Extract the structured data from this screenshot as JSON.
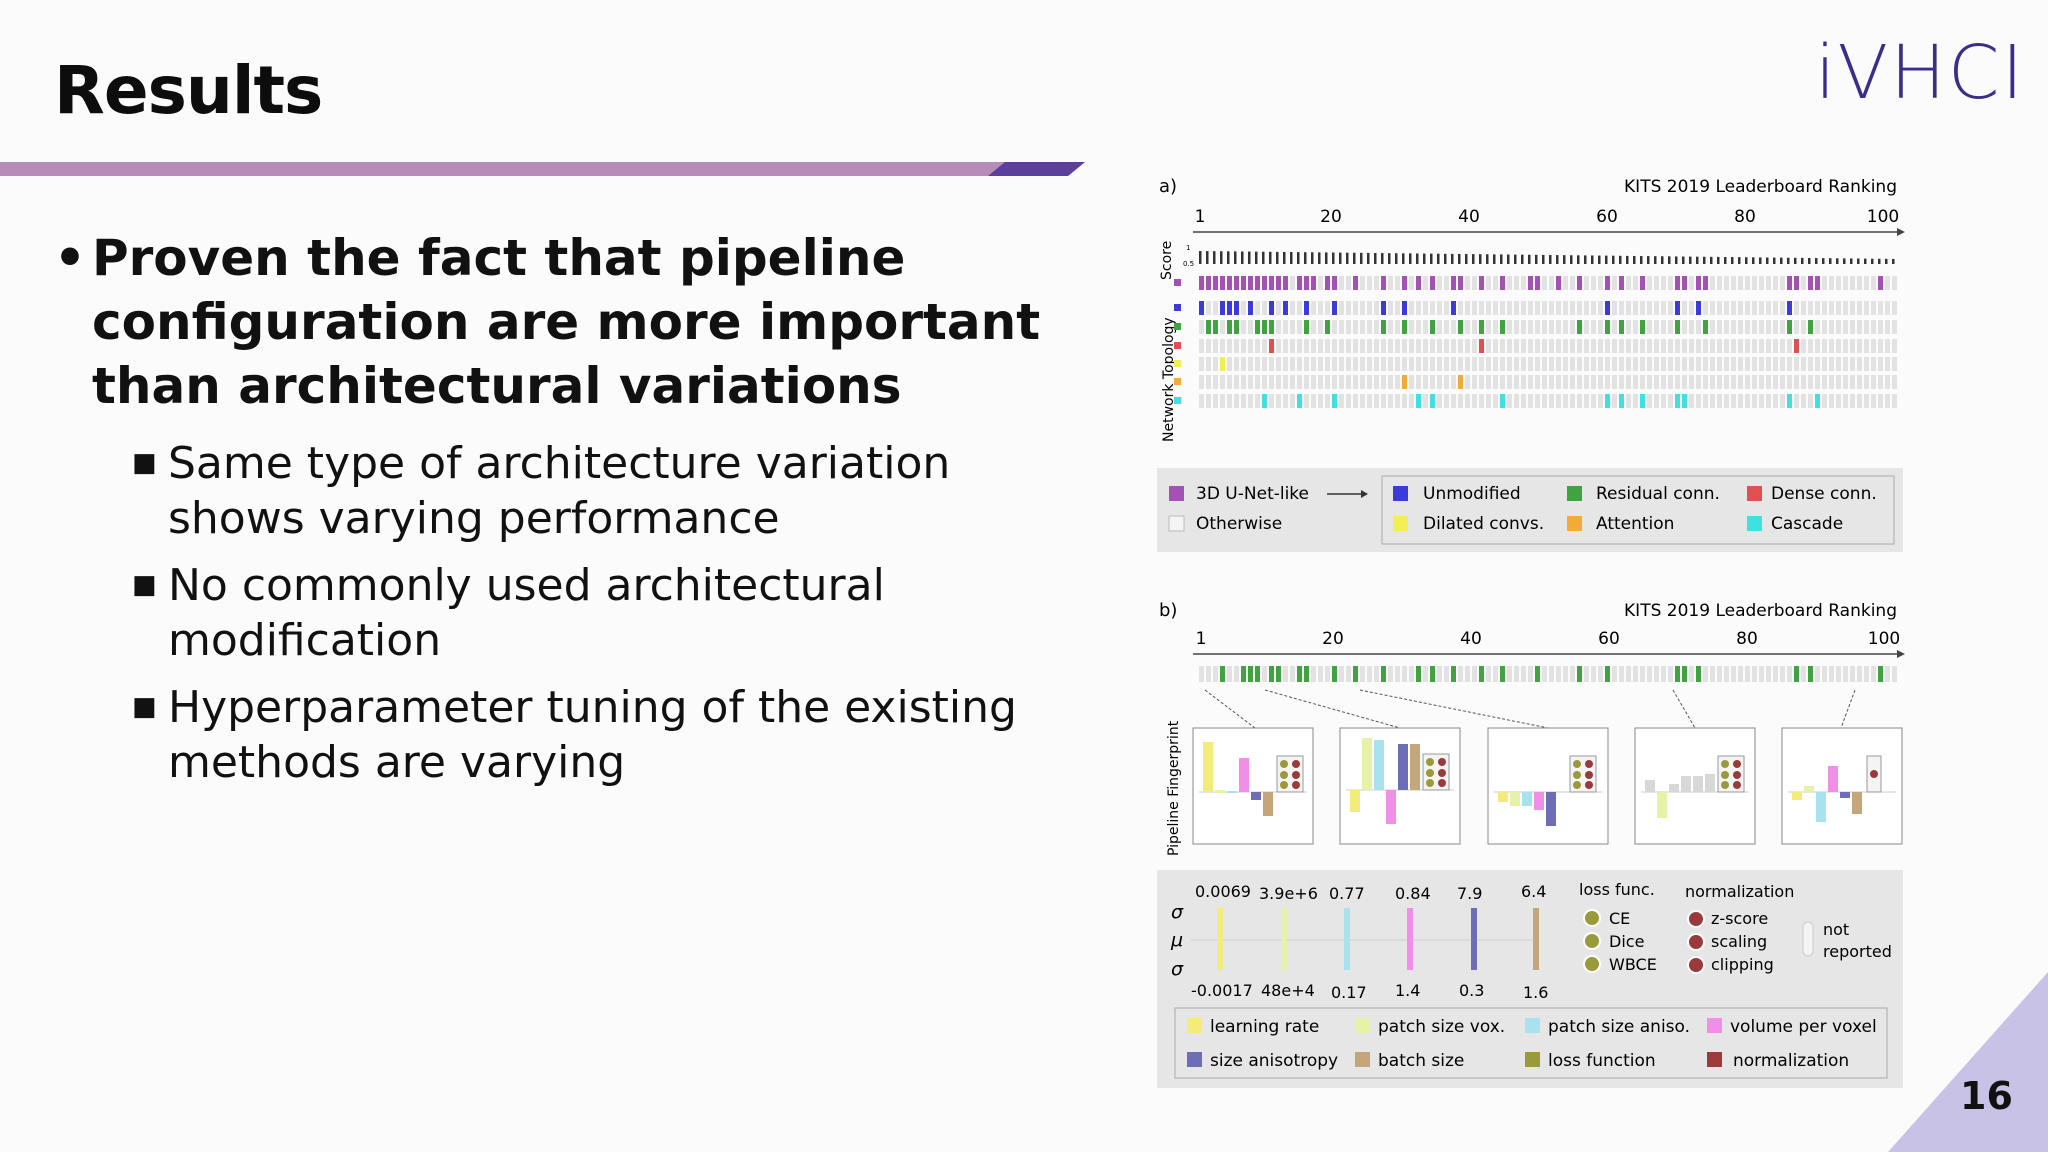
{
  "slide": {
    "title": "Results",
    "logo": "iVHCI",
    "page_number": "16"
  },
  "bullets": {
    "main": "Proven the fact that pipeline configuration are more important than architectural variations",
    "subs": [
      "Same type of architecture variation shows varying performance",
      "No commonly used architectural modification",
      "Hyperparameter tuning of the existing methods are varying"
    ]
  },
  "figure": {
    "panel_a": {
      "label": "a)",
      "title": "KITS 2019 Leaderboard Ranking",
      "ticks": [
        "1",
        "20",
        "40",
        "60",
        "80",
        "100"
      ],
      "score_label": "Score",
      "score_ticks": [
        "1",
        "0.5"
      ],
      "topology_label": "Network Topology",
      "legend": {
        "left": [
          "3D U-Net-like",
          "Otherwise"
        ],
        "right": [
          "Unmodified",
          "Residual conn.",
          "Dense conn.",
          "Dilated convs.",
          "Attention",
          "Cascade"
        ]
      },
      "colors": {
        "unet": "#a450b4",
        "unmodified": "#3b3bdc",
        "residual": "#3fa33f",
        "dense": "#e05050",
        "dilated": "#f2ee55",
        "attention": "#f5a93a",
        "cascade": "#3fe0e0"
      }
    },
    "panel_b": {
      "label": "b)",
      "title": "KITS 2019 Leaderboard Ranking",
      "ticks": [
        "1",
        "20",
        "40",
        "60",
        "80",
        "100"
      ],
      "fingerprint_label": "Pipeline Fingerprint",
      "scale_top": [
        "0.0069",
        "3.9e+6",
        "0.77",
        "0.84",
        "7.9",
        "6.4"
      ],
      "scale_bottom": [
        "-0.0017",
        "48e+4",
        "0.17",
        "1.4",
        "0.3",
        "1.6"
      ],
      "sigma_mu": [
        "σ",
        "μ",
        "σ"
      ],
      "loss_title": "loss func.",
      "loss_items": [
        "CE",
        "Dice",
        "WBCE"
      ],
      "norm_title": "normalization",
      "norm_items": [
        "z-score",
        "scaling",
        "clipping"
      ],
      "not_reported": [
        "not",
        "reported"
      ],
      "legend": [
        "learning rate",
        "patch size vox.",
        "patch size aniso.",
        "volume per voxel",
        "size anisotropy",
        "batch size",
        "loss function",
        "normalization"
      ],
      "legend_colors": [
        "#f4ec7a",
        "#e6f2a8",
        "#a8e2ee",
        "#f08ee8",
        "#6e6eb8",
        "#c4a67a",
        "#9a9a3a",
        "#9a3a3a"
      ]
    }
  }
}
